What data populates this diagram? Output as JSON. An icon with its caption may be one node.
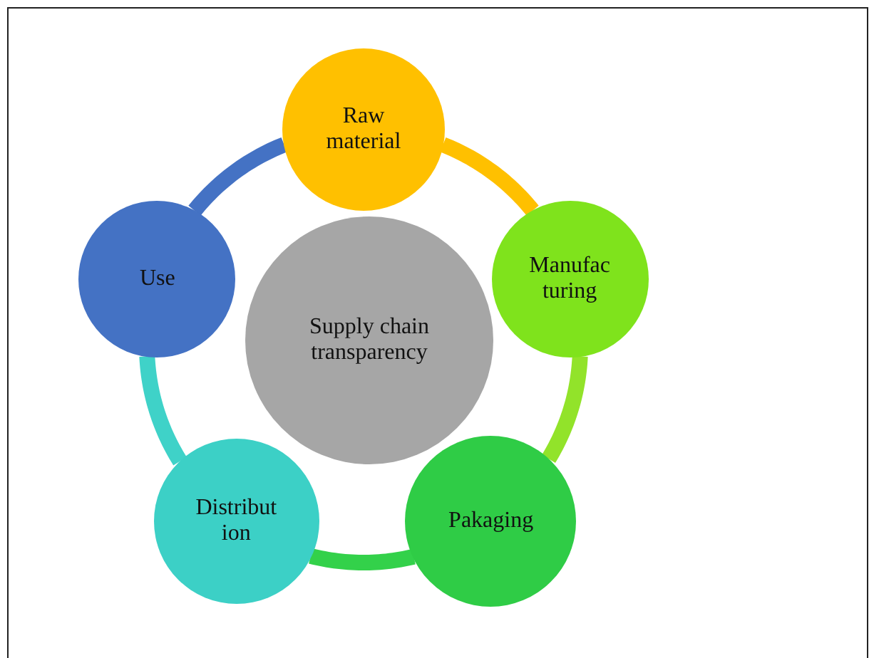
{
  "diagram": {
    "nodes": [
      {
        "text": [
          "Supply chain transparency"
        ]
      },
      {
        "text": [
          "Raw material"
        ]
      },
      {
        "text": [
          "Manufac turing"
        ]
      },
      {
        "text": [
          "Pakaging"
        ]
      },
      {
        "text": [
          "Distribut ion"
        ]
      },
      {
        "text": [
          "Use"
        ]
      }
    ],
    "edges": [
      {
        "from": 1,
        "to": 2,
        "arrow": "none",
        "color": "#ffc000"
      },
      {
        "from": 2,
        "to": 3,
        "arrow": "none",
        "color": "#92e32a"
      },
      {
        "from": 3,
        "to": 4,
        "arrow": "none",
        "color": "#33d14a"
      },
      {
        "from": 4,
        "to": 5,
        "arrow": "none",
        "color": "#3fd2c8"
      },
      {
        "from": 5,
        "to": 1,
        "arrow": "none",
        "color": "#4472c4"
      }
    ]
  }
}
